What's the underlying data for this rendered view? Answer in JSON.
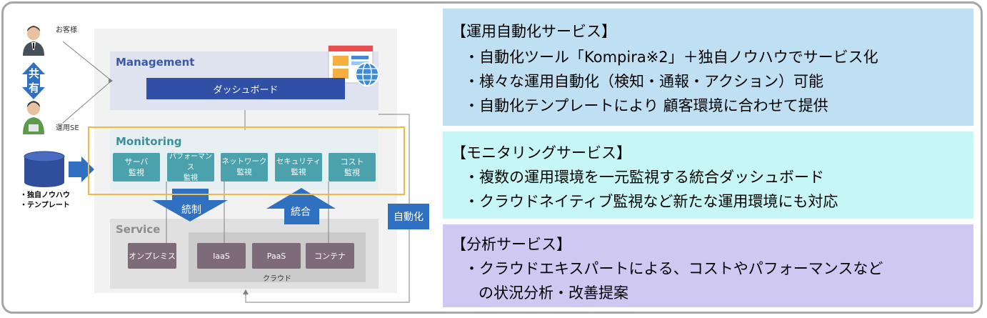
{
  "diagram": {
    "customer_label": "お客様",
    "share_chars": [
      "共",
      "有"
    ],
    "ops_se_label": "運用SE",
    "knowhow_lines": [
      "・独自ノウハウ",
      "・テンプレート"
    ],
    "management": {
      "title": "Management",
      "dashboard": "ダッシュボード"
    },
    "monitoring": {
      "title": "Monitoring",
      "items": [
        {
          "line1": "サーバ",
          "line2": "監視"
        },
        {
          "line1": "パフォーマンス",
          "line2": "監視"
        },
        {
          "line1": "ネットワーク",
          "line2": "監視"
        },
        {
          "line1": "セキュリティ",
          "line2": "監視"
        },
        {
          "line1": "コスト",
          "line2": "監視"
        }
      ]
    },
    "control_label": "統制",
    "integration_label": "統合",
    "automation_label": "自動化",
    "service": {
      "title": "Service",
      "onprem": "オンプレミス",
      "cloud_items": [
        "IaaS",
        "PaaS",
        "コンテナ"
      ],
      "cloud_label": "クラウド"
    }
  },
  "panels": [
    {
      "title": "【運用自動化サービス】",
      "bullets": [
        "・自動化ツール「Kompira※2」＋独自ノウハウでサービス化",
        "・様々な運用自動化（検知・通報・アクション）可能",
        "・自動化テンプレートにより 顧客環境に合わせて提供"
      ]
    },
    {
      "title": "【モニタリングサービス】",
      "bullets": [
        "・複数の運用環境を一元監視する統合ダッシュボード",
        "・クラウドネイティブ監視など新たな運用環境にも対応"
      ]
    },
    {
      "title": "【分析サービス】",
      "bullets": [
        "・クラウドエキスパートによる、コストやパフォーマンスなど",
        "の状況分析・改善提案"
      ]
    }
  ],
  "colors": {
    "panel1": "#bfe0f3",
    "panel2": "#c6f6f6",
    "panel3": "#cfc8f3",
    "dashboard": "#3050a8",
    "monitor_button": "#4ba1ac",
    "service_button": "#7d6b7a",
    "arrow_blue": "#2f70c1",
    "highlight": "#f3b93d"
  }
}
